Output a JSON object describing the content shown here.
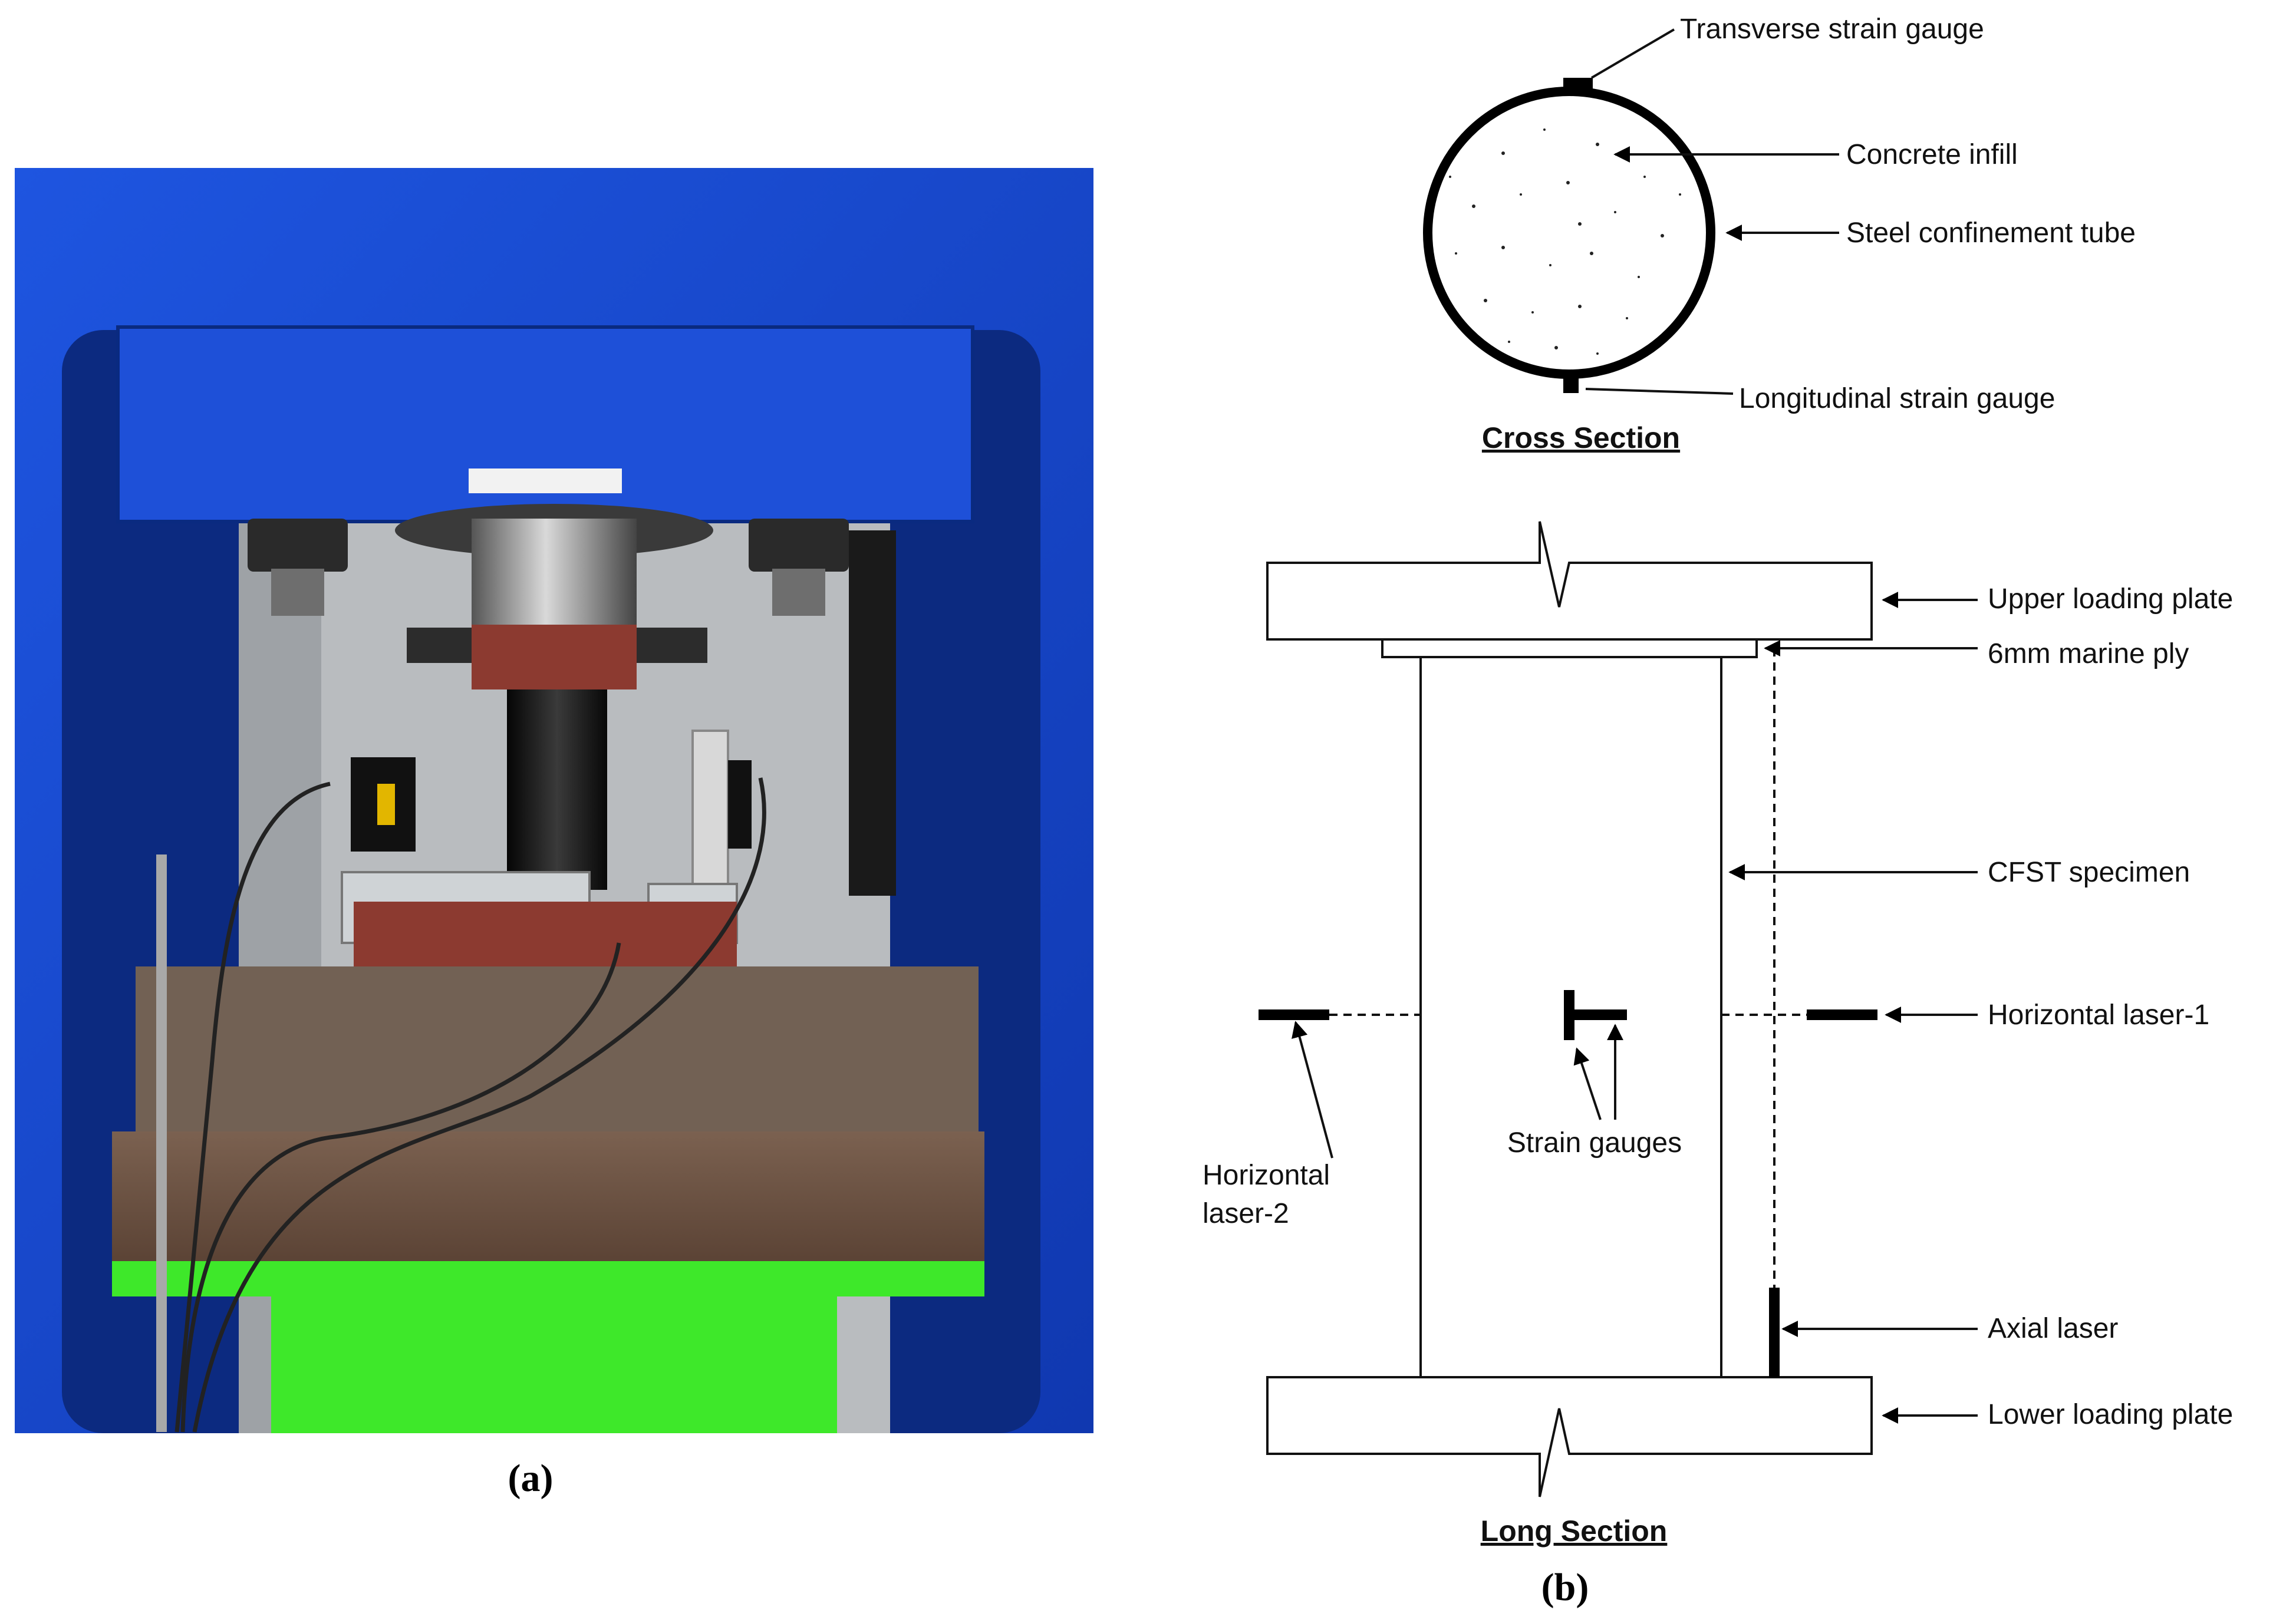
{
  "panel_a": {
    "caption": "(a)"
  },
  "panel_b": {
    "caption": "(b)",
    "cross_section": {
      "title": "Cross Section",
      "labels": {
        "transverse": "Transverse strain gauge",
        "concrete": "Concrete infill",
        "steel": "Steel confinement tube",
        "longitudinal": "Longitudinal strain gauge"
      }
    },
    "long_section": {
      "title": "Long Section",
      "labels": {
        "upper_plate": "Upper loading plate",
        "marine_ply": "6mm marine ply",
        "cfst": "CFST specimen",
        "hlaser1": "Horizontal laser-1",
        "hlaser2_line1": "Horizontal",
        "hlaser2_line2": "laser-2",
        "strain_gauges": "Strain gauges",
        "axial_laser": "Axial laser",
        "lower_plate": "Lower loading plate"
      }
    }
  },
  "colors": {
    "frame_blue": "#1846c8",
    "frame_dark": "#0c2a80",
    "support_green": "#3ee82a",
    "block_red": "#8c3a30",
    "steel_base": "#6b5140",
    "background_grey": "#b9bcbf"
  }
}
